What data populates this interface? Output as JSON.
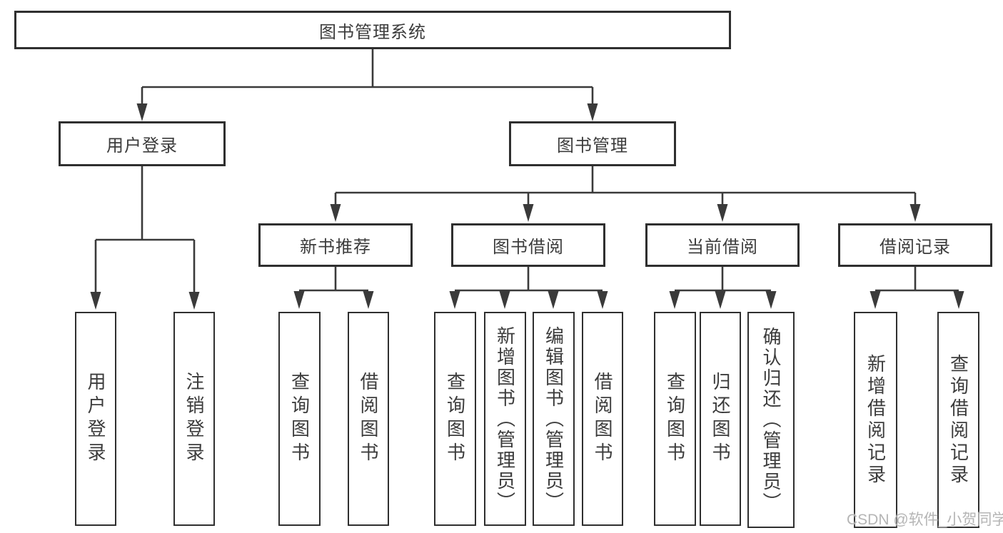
{
  "tree": {
    "root": {
      "label": "图书管理系统"
    },
    "branches": [
      {
        "label": "用户登录",
        "children": [
          {
            "label": "用户登录"
          },
          {
            "label": "注销登录"
          }
        ]
      },
      {
        "label": "图书管理",
        "children": [
          {
            "label": "新书推荐",
            "children": [
              {
                "label": "查询图书"
              },
              {
                "label": "借阅图书"
              }
            ]
          },
          {
            "label": "图书借阅",
            "children": [
              {
                "label": "查询图书"
              },
              {
                "label": "新增图书（管理员）"
              },
              {
                "label": "编辑图书（管理员）"
              },
              {
                "label": "借阅图书"
              }
            ]
          },
          {
            "label": "当前借阅",
            "children": [
              {
                "label": "查询图书"
              },
              {
                "label": "归还图书"
              },
              {
                "label": "确认归还（管理员）"
              }
            ]
          },
          {
            "label": "借阅记录",
            "children": [
              {
                "label": "新增借阅记录"
              },
              {
                "label": "查询借阅记录"
              }
            ]
          }
        ]
      }
    ]
  },
  "watermark": {
    "text": "CSDN @软件_小贺同学"
  },
  "colors": {
    "line": "#3a3a3a",
    "box_border": "#2f2f2f",
    "text": "#3c3c3c",
    "watermark": "#b5b5b5",
    "background": "#ffffff"
  }
}
